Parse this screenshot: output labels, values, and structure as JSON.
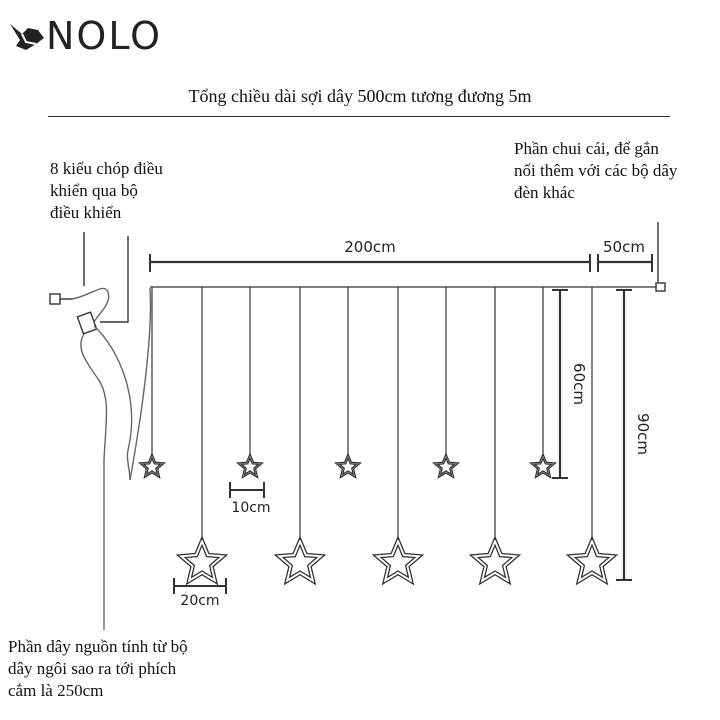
{
  "brand": {
    "name": "NOLO"
  },
  "headline": "Tổng chiều dài sợi dây 500cm tương đương 5m",
  "notes": {
    "controller": [
      "8 kiểu chóp điều",
      "khiển qua bộ",
      "điều khiển"
    ],
    "connector": [
      "Phần chui cái, để gắn",
      "nối thêm với các bộ dây",
      "đèn khác"
    ],
    "power_cord": [
      "Phần dây nguồn tính từ bộ",
      "dây ngôi sao ra tới phích",
      "cắm là 250cm"
    ]
  },
  "dimensions": {
    "main_span": "200cm",
    "extension": "50cm",
    "short_drop": "60cm",
    "long_drop": "90cm",
    "small_star": "10cm",
    "large_star": "20cm"
  },
  "colors": {
    "line": "#333333",
    "wire": "#666666"
  }
}
